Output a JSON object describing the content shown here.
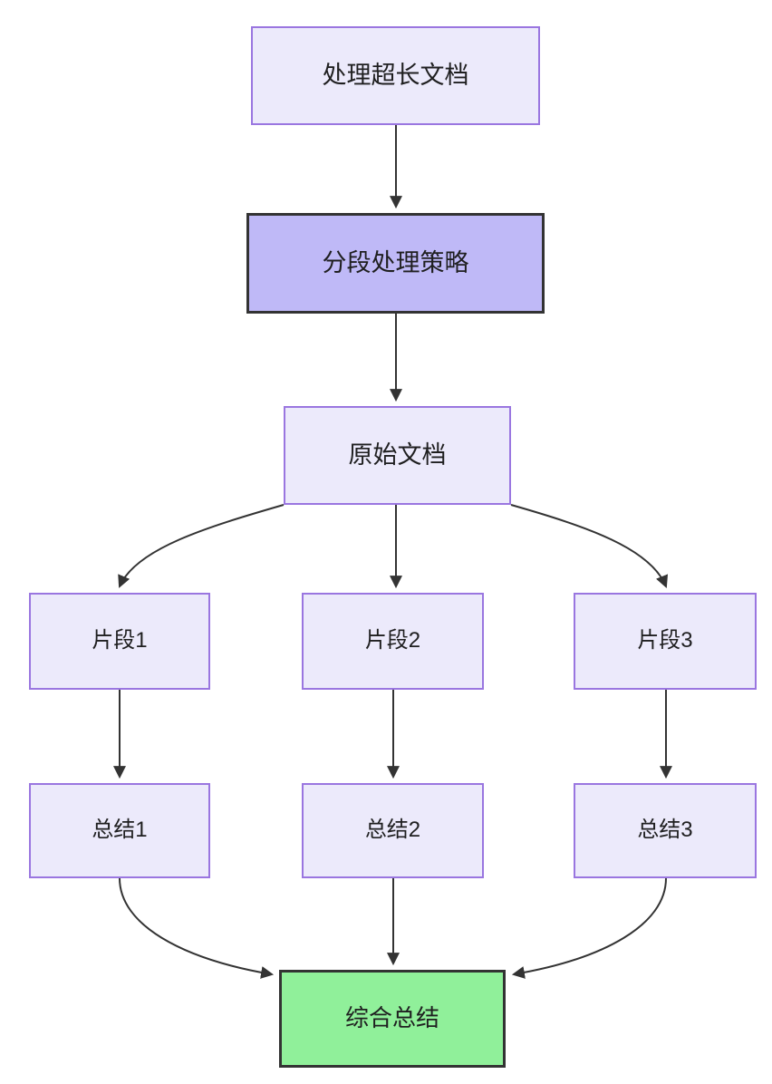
{
  "diagram": {
    "title": "处理超长文档",
    "background_color": "#ffffff",
    "type": "flowchart",
    "direction": "top-down",
    "palette": {
      "node_fill_light": "#ECEAFB",
      "node_border_light": "#9A76E0",
      "node_fill_highlight": "#BFB9F7",
      "node_fill_result": "#90F09A",
      "node_border_strong": "#333333",
      "edge_color": "#333333",
      "text_color": "#1f1f20"
    },
    "nodes": [
      {
        "id": "n1",
        "label": "处理超长文档",
        "style": "light"
      },
      {
        "id": "n2",
        "label": "分段处理策略",
        "style": "highlight"
      },
      {
        "id": "n3",
        "label": "原始文档",
        "style": "light"
      },
      {
        "id": "n4",
        "label": "片段1",
        "style": "light"
      },
      {
        "id": "n5",
        "label": "片段2",
        "style": "light"
      },
      {
        "id": "n6",
        "label": "片段3",
        "style": "light"
      },
      {
        "id": "n7",
        "label": "总结1",
        "style": "light"
      },
      {
        "id": "n8",
        "label": "总结2",
        "style": "light"
      },
      {
        "id": "n9",
        "label": "总结3",
        "style": "light"
      },
      {
        "id": "n10",
        "label": "综合总结",
        "style": "result"
      }
    ],
    "edges": [
      {
        "from": "处理超长文档",
        "to": "分段处理策略",
        "shape": "straight"
      },
      {
        "from": "分段处理策略",
        "to": "原始文档",
        "shape": "straight"
      },
      {
        "from": "原始文档",
        "to": "片段1",
        "shape": "curved"
      },
      {
        "from": "原始文档",
        "to": "片段2",
        "shape": "straight"
      },
      {
        "from": "原始文档",
        "to": "片段3",
        "shape": "curved"
      },
      {
        "from": "片段1",
        "to": "总结1",
        "shape": "straight"
      },
      {
        "from": "片段2",
        "to": "总结2",
        "shape": "straight"
      },
      {
        "from": "片段3",
        "to": "总结3",
        "shape": "straight"
      },
      {
        "from": "总结1",
        "to": "综合总结",
        "shape": "curved"
      },
      {
        "from": "总结2",
        "to": "综合总结",
        "shape": "straight"
      },
      {
        "from": "总结3",
        "to": "综合总结",
        "shape": "curved"
      }
    ]
  }
}
